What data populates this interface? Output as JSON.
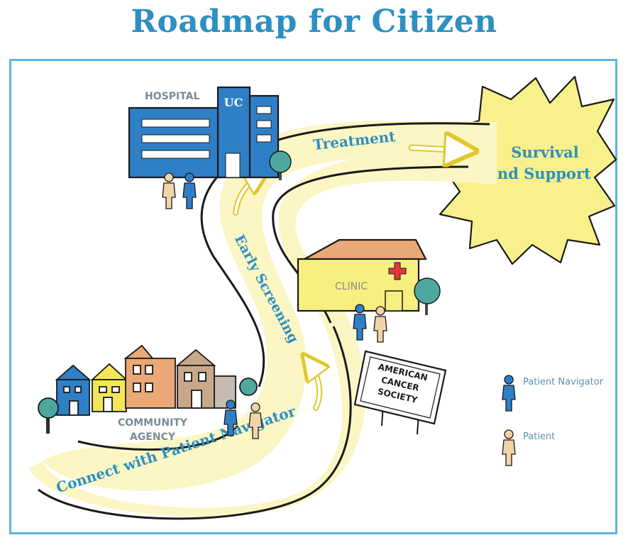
{
  "title": "Roadmap for Citizen",
  "locations": {
    "hospital_label": "HOSPITAL",
    "hospital_sign": "UC",
    "clinic_label": "CLINIC",
    "community_label_line1": "COMMUNITY",
    "community_label_line2": "AGENCY",
    "acs_sign_line1": "AMERICAN",
    "acs_sign_line2": "CANCER",
    "acs_sign_line3": "SOCIETY"
  },
  "steps": {
    "connect": "Connect with Patient Navigator",
    "screening": "Early Screening",
    "treatment": "Treatment",
    "survival_line1": "Survival",
    "survival_line2": "and Support"
  },
  "legend": {
    "navigator": "Patient Navigator",
    "patient": "Patient"
  },
  "colors": {
    "title": "#2e8fc0",
    "path_fill": "#fbf6c4",
    "hospital": "#2f7fc7",
    "clinic": "#f7ef80",
    "clinic_roof": "#e9a876",
    "burst": "#f8f08a",
    "navigator": "#2f7fc7",
    "patient": "#f3d3a8"
  }
}
